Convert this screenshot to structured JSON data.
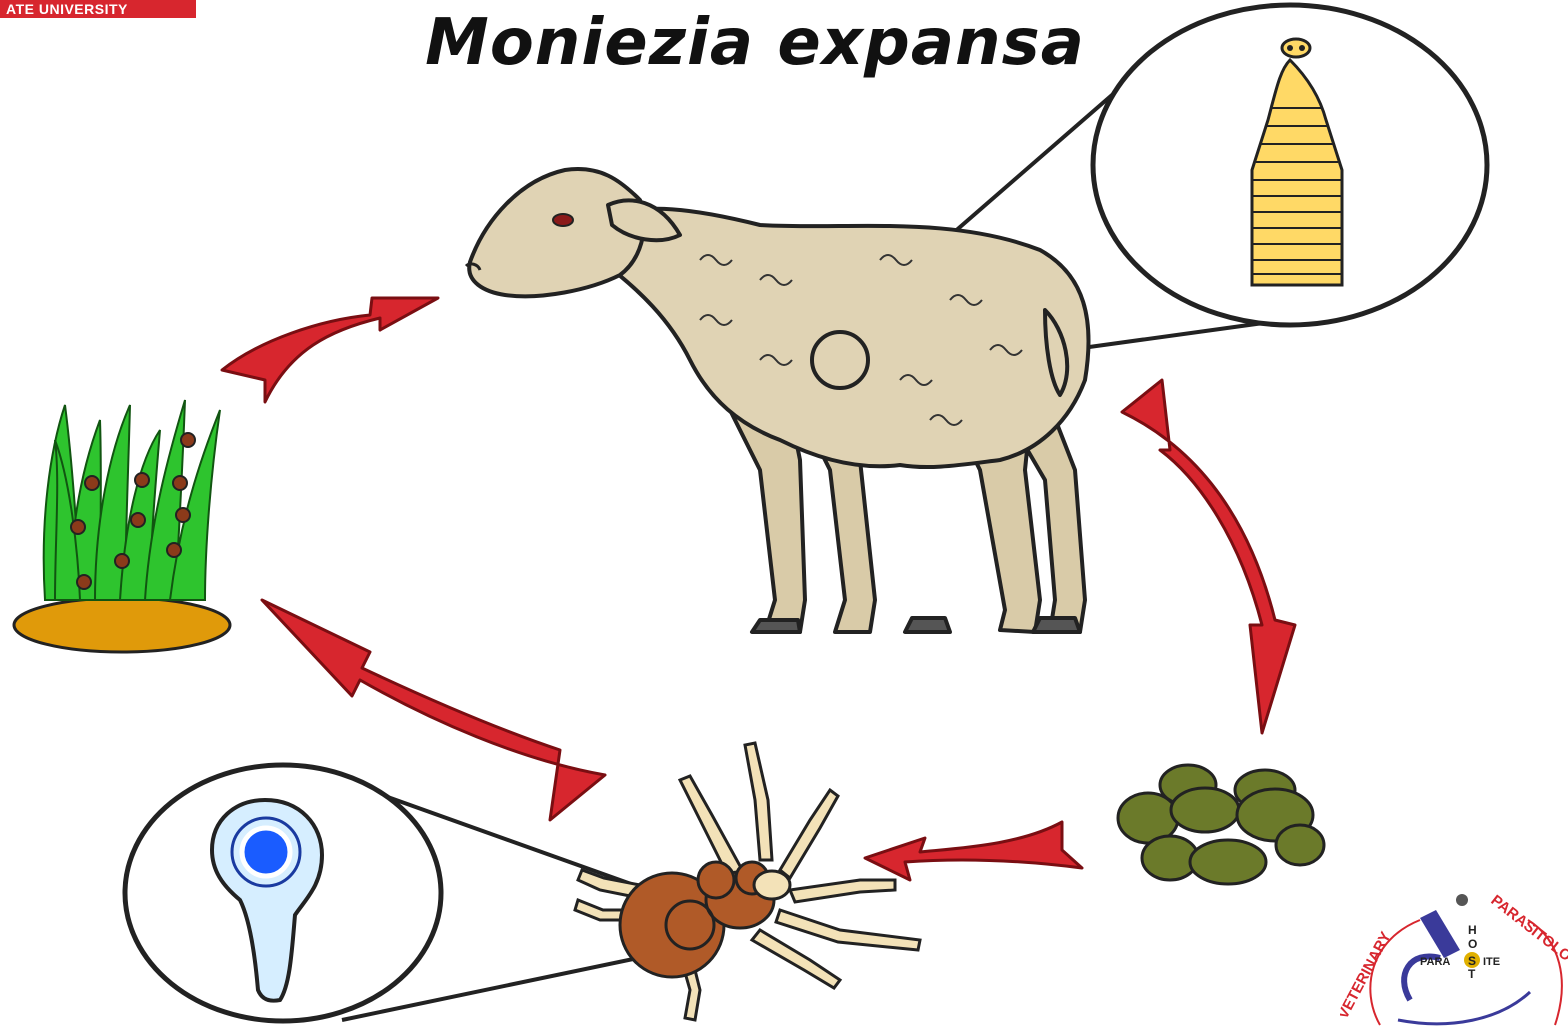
{
  "header": {
    "university_banner": "ATE UNIVERSITY",
    "title": "Moniezia expansa"
  },
  "logo": {
    "ring_text_left": "VETERINARY",
    "ring_text_right": "PARASITOLOGY",
    "host_letters": [
      "H",
      "O",
      "S",
      "T"
    ],
    "para_text": "PARA",
    "ite_text": "ITE"
  },
  "colors": {
    "arrow_red": "#d7262e",
    "grass_green": "#2ec42e",
    "soil": "#e09a0a",
    "egg_spots": "#8b3a1a",
    "sheep_wool": "#e0d3b4",
    "tapeworm_yellow": "#ffd966",
    "feces_green": "#6b7a2a",
    "mite_brown": "#b05a28",
    "cysticercoid_blue": "#1a5cff"
  },
  "icons": [
    "sheep-icon",
    "tapeworm-scolex-icon",
    "feces-pellets-icon",
    "oribatid-mite-icon",
    "cysticercoid-icon",
    "grass-with-eggs-icon"
  ]
}
